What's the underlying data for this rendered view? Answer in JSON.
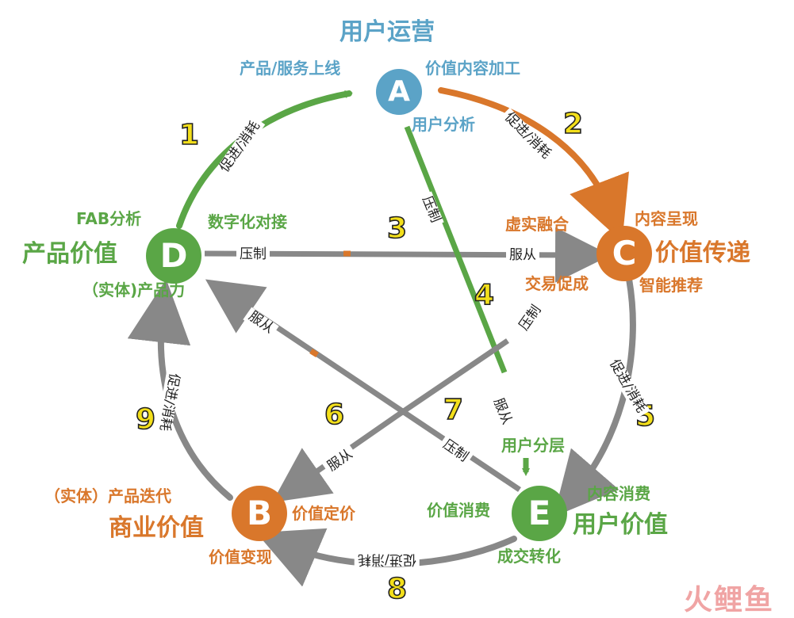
{
  "nodes": {
    "A": {
      "letter": "A",
      "title": "用户运营",
      "tl": "产品/服务上线",
      "tr": "价值内容加工",
      "br": "用户分析",
      "color": "#5ba3c7"
    },
    "C": {
      "letter": "C",
      "title": "价值传递",
      "tl": "虚实融合",
      "tr": "内容呈现",
      "bl": "交易促成",
      "br": "智能推荐",
      "color": "#d9772b"
    },
    "D": {
      "letter": "D",
      "title": "产品价值",
      "tl": "FAB分析",
      "tr": "数字化对接",
      "bl": "（实体)产品力",
      "color": "#5aa646"
    },
    "B": {
      "letter": "B",
      "title": "商业价值",
      "tl": "（实体）产品迭代",
      "tr": "价值定价",
      "bl": "价值变现",
      "color": "#d9772b"
    },
    "E": {
      "letter": "E",
      "title": "用户价值",
      "tl": "价值消费",
      "tr": "内容消费",
      "top": "用户分层",
      "br": "成交转化",
      "color": "#5aa646"
    }
  },
  "edges": {
    "e1": {
      "num": "1",
      "label": "促进/消耗"
    },
    "e2": {
      "num": "2",
      "label": "促进/消耗"
    },
    "e3": {
      "num": "3",
      "label_a": "压制",
      "label_b": "服从"
    },
    "e4": {
      "num": "4",
      "label_a": "压制",
      "label_b": "服从"
    },
    "e5": {
      "num": "5",
      "label": "促进/消耗"
    },
    "e6": {
      "num": "6",
      "label_a": "压制",
      "label_b": "服从"
    },
    "e7": {
      "num": "7",
      "label_a": "压制",
      "label_b": "服从"
    },
    "e8": {
      "num": "8",
      "label": "促进/消耗"
    },
    "e9": {
      "num": "9",
      "label": "促进/消耗"
    }
  },
  "colors": {
    "green": "#5aa646",
    "orange": "#d9772b",
    "gray": "#888888",
    "blue": "#5ba3c7",
    "number_fill": "#f3df1a"
  },
  "watermark": "火鲤鱼"
}
